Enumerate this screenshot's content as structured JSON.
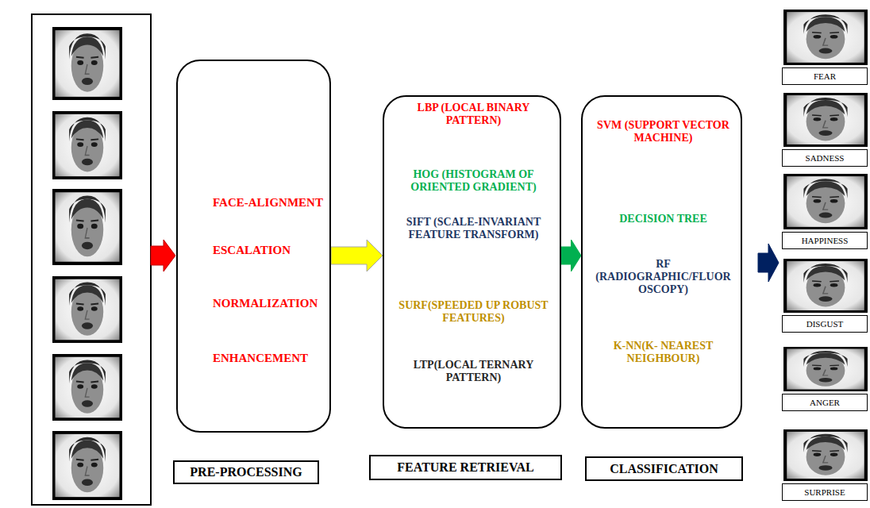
{
  "diagram": {
    "nodes": [
      {
        "text": [
          "FACE-ALIGNMENT",
          "ESCALATION",
          "NORMALIZATION",
          "ENHANCEMENT"
        ]
      },
      {
        "text": [
          "PRE-PROCESSING"
        ]
      },
      {
        "text": [
          "LBP (LOCAL BINARY PATTERN)",
          "HOG (HISTOGRAM OF ORIENTED GRADIENT)",
          "SIFT (SCALE-INVARIANT FEATURE TRANSFORM)",
          "SURF(SPEEDED UP ROBUST FEATURES)",
          "LTP(LOCAL TERNARY PATTERN)"
        ]
      },
      {
        "text": [
          "FEATURE RETRIEVAL"
        ]
      },
      {
        "text": [
          "SVM (SUPPORT VECTOR MACHINE)",
          "DECISION TREE",
          "RF (RADIOGRAPHIC/FLUOROSCOPY)",
          "K-NN(K- NEAREST NEIGHBOUR)"
        ]
      },
      {
        "text": [
          "CLASSIFICATION"
        ]
      },
      {
        "text": [
          "FEAR"
        ]
      },
      {
        "text": [
          "SADNESS"
        ]
      },
      {
        "text": [
          "HAPPINESS"
        ]
      },
      {
        "text": [
          "DISGUST"
        ]
      },
      {
        "text": [
          "ANGER"
        ]
      },
      {
        "text": [
          "SURPRISE"
        ]
      }
    ],
    "edges": [
      {
        "from": 0,
        "to": 2,
        "arrow": "to"
      },
      {
        "from": 2,
        "to": 4,
        "arrow": "to"
      }
    ]
  }
}
